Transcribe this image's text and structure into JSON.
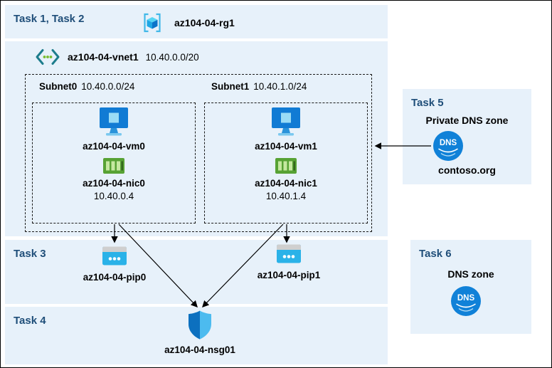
{
  "header": {
    "tasks": "Task 1, Task 2",
    "rg": "az104-04-rg1"
  },
  "vnet": {
    "name": "az104-04-vnet1",
    "cidr": "10.40.0.0/20"
  },
  "subnets": [
    {
      "name": "Subnet0",
      "cidr": "10.40.0.0/24",
      "vm": "az104-04-vm0",
      "nic": "az104-04-nic0",
      "ip": "10.40.0.4"
    },
    {
      "name": "Subnet1",
      "cidr": "10.40.1.0/24",
      "vm": "az104-04-vm1",
      "nic": "az104-04-nic1",
      "ip": "10.40.1.4"
    }
  ],
  "task3": {
    "label": "Task 3",
    "pip0": "az104-04-pip0",
    "pip1": "az104-04-pip1"
  },
  "task4": {
    "label": "Task 4",
    "nsg": "az104-04-nsg01"
  },
  "task5": {
    "label": "Task 5",
    "title": "Private DNS zone",
    "zone": "contoso.org"
  },
  "task6": {
    "label": "Task 6",
    "title": "DNS zone"
  },
  "icons": {
    "resource_group": "resource-group-icon",
    "vnet": "virtual-network-icon",
    "vm": "virtual-machine-icon",
    "nic": "network-interface-icon",
    "public_ip": "public-ip-icon",
    "nsg": "network-security-group-shield-icon",
    "dns": "dns-icon"
  },
  "colors": {
    "panel_blue": "#e7f1fa",
    "task_label_navy": "#1f4e79",
    "azure_blue": "#0f7bd4",
    "nic_green": "#57a234",
    "cyan": "#2ab2e8",
    "arrow": "#000000"
  }
}
